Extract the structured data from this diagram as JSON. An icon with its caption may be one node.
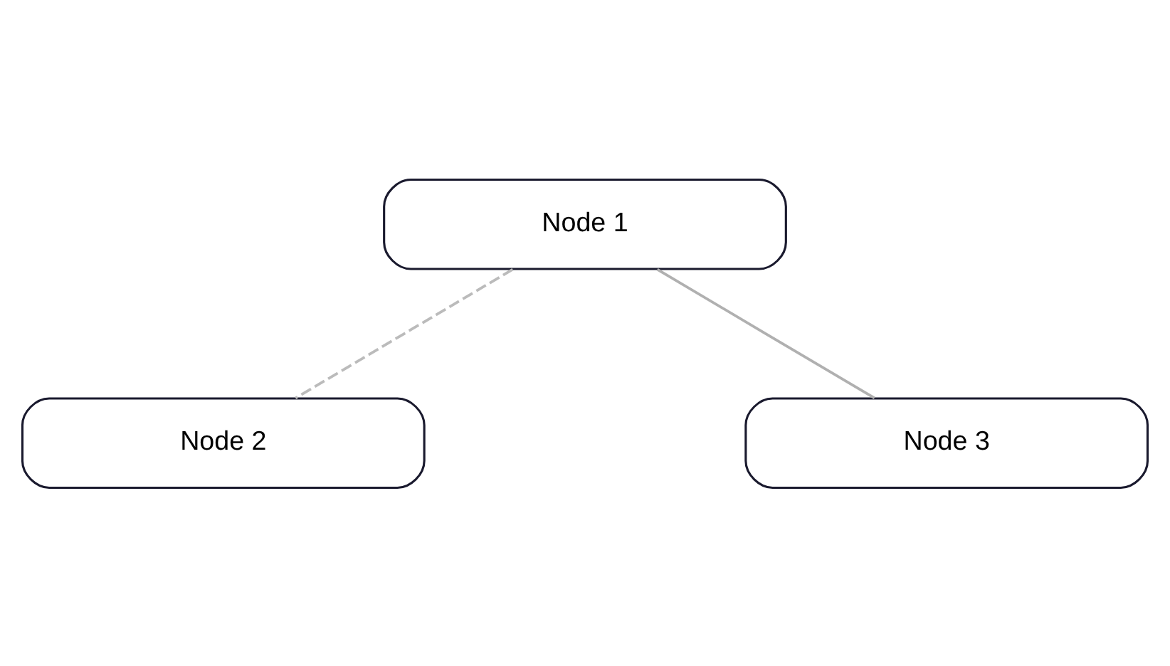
{
  "diagram": {
    "nodes": [
      {
        "text": [
          "Node 1"
        ]
      },
      {
        "text": [
          "Node 2"
        ]
      },
      {
        "text": [
          "Node 3"
        ]
      }
    ],
    "edges": [
      {
        "from": 0,
        "to": 1,
        "arrow": "none",
        "style": "dashed",
        "color": "#bbbbbb"
      },
      {
        "from": 0,
        "to": 2,
        "arrow": "none"
      }
    ]
  }
}
